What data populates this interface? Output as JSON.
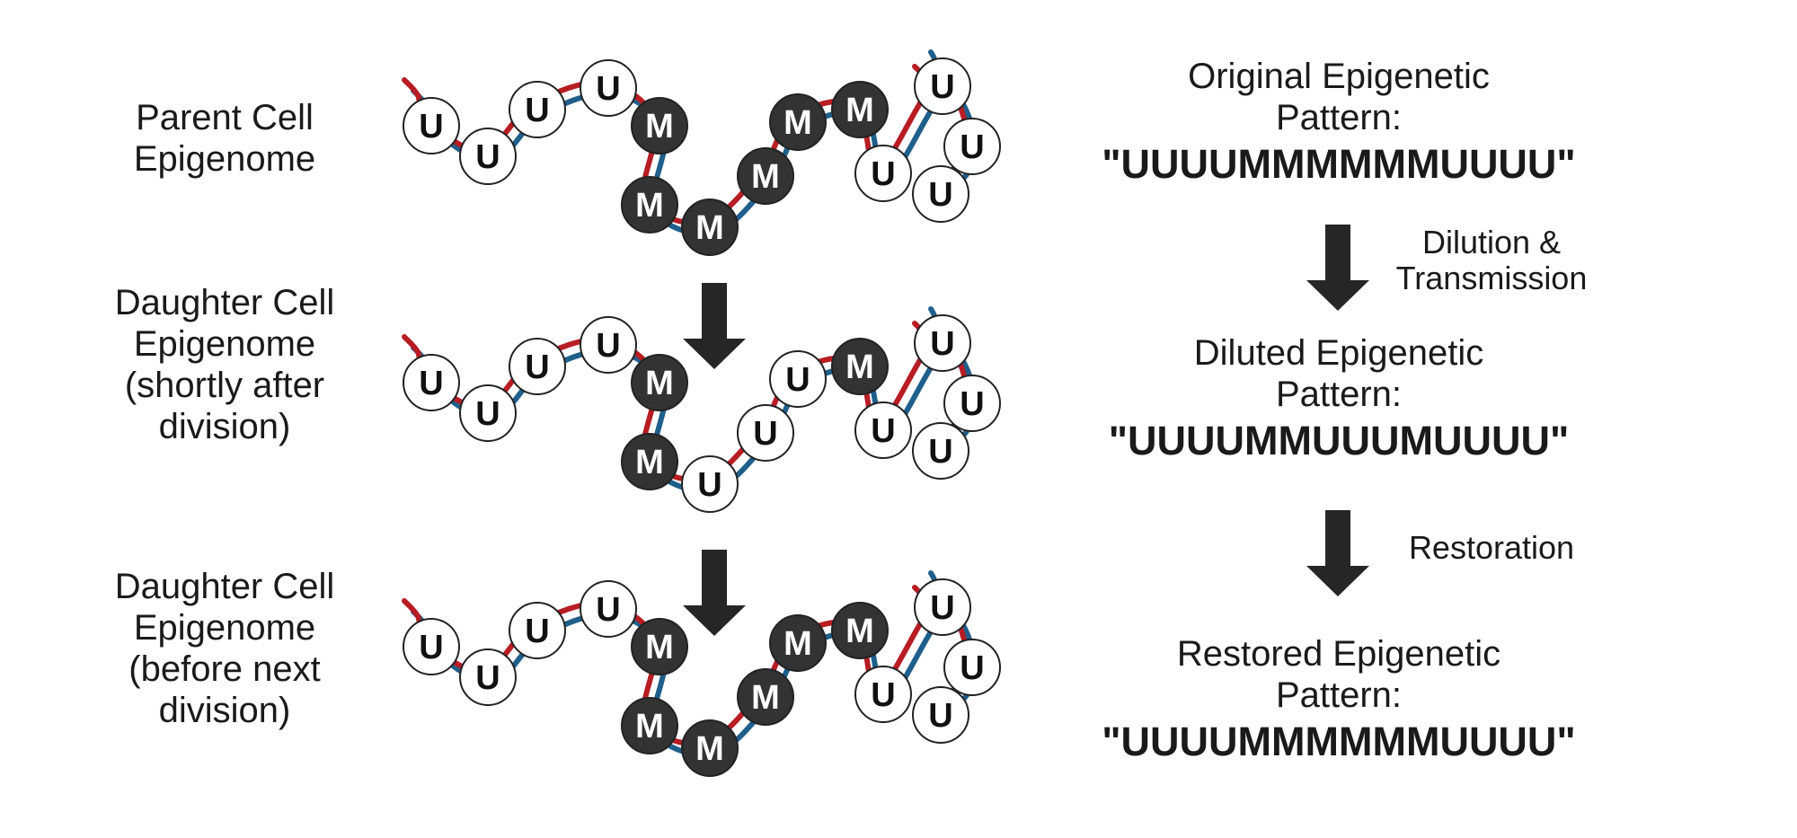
{
  "rows": [
    {
      "label_lines": [
        "Parent Cell",
        "Epigenome"
      ],
      "beads": [
        "U",
        "U",
        "U",
        "U",
        "M",
        "M",
        "M",
        "M",
        "M",
        "M",
        "U",
        "U",
        "U",
        "U"
      ]
    },
    {
      "label_lines": [
        "Daughter Cell",
        "Epigenome",
        "(shortly after",
        "division)"
      ],
      "beads": [
        "U",
        "U",
        "U",
        "U",
        "M",
        "M",
        "U",
        "U",
        "U",
        "M",
        "U",
        "U",
        "U",
        "U"
      ]
    },
    {
      "label_lines": [
        "Daughter Cell",
        "Epigenome",
        "(before next",
        "division)"
      ],
      "beads": [
        "U",
        "U",
        "U",
        "U",
        "M",
        "M",
        "M",
        "M",
        "M",
        "M",
        "U",
        "U",
        "U",
        "U"
      ]
    }
  ],
  "patterns": {
    "original": {
      "title_lines": [
        "Original Epigenetic",
        "Pattern:"
      ],
      "sequence": "\"UUUUMMMMMMUUUU\""
    },
    "diluted": {
      "title_lines": [
        "Diluted Epigenetic",
        "Pattern:"
      ],
      "sequence": "\"UUUUMMUUUMUUUU\""
    },
    "restored": {
      "title_lines": [
        "Restored Epigenetic",
        "Pattern:"
      ],
      "sequence": "\"UUUUMMMMMMUUUU\""
    }
  },
  "steps": {
    "dilution_lines": [
      "Dilution &",
      "Transmission"
    ],
    "restoration": "Restoration"
  },
  "colors": {
    "strand_red": "#b81d24",
    "strand_blue": "#1f5f8b",
    "methylated_fill": "#333333",
    "unmethylated_fill": "#ffffff",
    "arrow": "#262626",
    "text": "#1a1a1a"
  }
}
